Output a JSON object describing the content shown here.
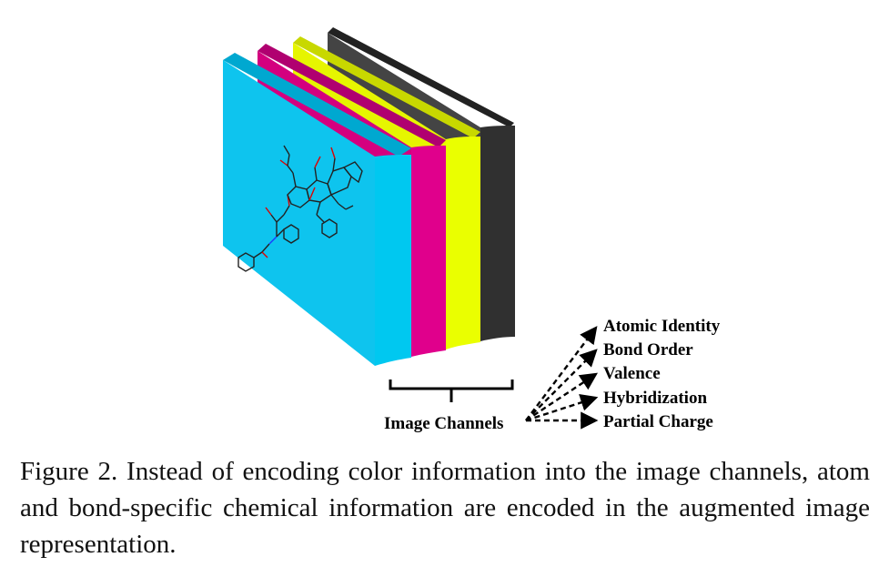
{
  "diagram": {
    "channel_colors": [
      "#00c8f0",
      "#e0008c",
      "#eaff00",
      "#333333"
    ],
    "bracket_label": "Image Channels",
    "channel_features": [
      "Atomic Identity",
      "Bond Order",
      "Valence",
      "Hybridization",
      "Partial Charge"
    ]
  },
  "caption": "Figure 2. Instead of encoding color information into the image channels, atom and bond-specific chemical information are encoded in the augmented image representation."
}
